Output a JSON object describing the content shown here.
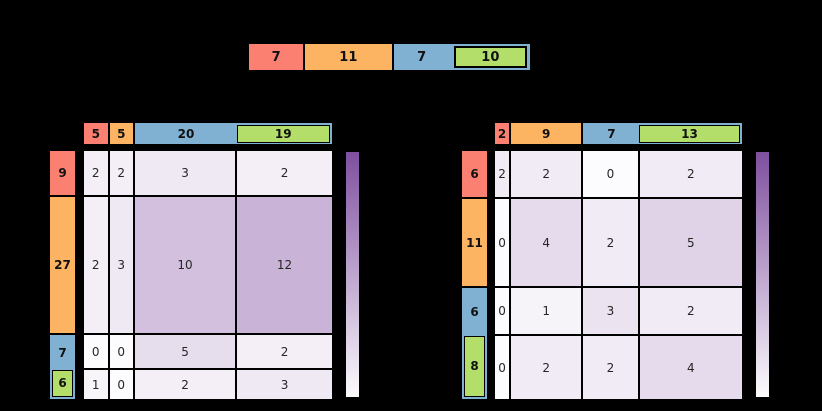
{
  "figure": {
    "background": "#000000"
  },
  "palette": {
    "red": "#FB8072",
    "orange": "#FDB462",
    "blue": "#80B1D3",
    "green": "#B3DE69",
    "cell_scale_min": "#FCFBFD",
    "cell_scale_max": "#8A5CA8",
    "colorbar_top": "#7E4F9E",
    "colorbar_bottom": "#FCFBFD",
    "line": "#000000",
    "header_text": "#111111",
    "cell_text": "#262626"
  },
  "top_bar": {
    "segments": [
      {
        "color": "red",
        "value": 7
      },
      {
        "color": "orange",
        "value": 11
      },
      {
        "color": "blue",
        "value": 7
      }
    ],
    "nested": {
      "color": "green",
      "value": 10,
      "nested_in": "blue"
    }
  },
  "matrices": [
    {
      "side": "left",
      "vmax": 27,
      "col_headers": [
        {
          "color": "red",
          "value": 5
        },
        {
          "color": "orange",
          "value": 5
        },
        {
          "color": "blue",
          "value": 20
        },
        {
          "color": "green",
          "value": 19,
          "nested_in": "blue"
        }
      ],
      "row_headers": [
        {
          "color": "red",
          "value": 9
        },
        {
          "color": "orange",
          "value": 27
        },
        {
          "color": "blue",
          "value": 7
        },
        {
          "color": "green",
          "value": 6,
          "nested_in": "blue"
        }
      ],
      "cells": [
        [
          2,
          2,
          3,
          2
        ],
        [
          2,
          3,
          10,
          12
        ],
        [
          0,
          0,
          5,
          2
        ],
        [
          1,
          0,
          2,
          3
        ]
      ]
    },
    {
      "side": "right",
      "vmax": 20,
      "col_headers": [
        {
          "color": "red",
          "value": 2
        },
        {
          "color": "orange",
          "value": 9
        },
        {
          "color": "blue",
          "value": 7
        },
        {
          "color": "green",
          "value": 13,
          "nested_in": "blue"
        }
      ],
      "row_headers": [
        {
          "color": "red",
          "value": 6
        },
        {
          "color": "orange",
          "value": 11
        },
        {
          "color": "blue",
          "value": 6
        },
        {
          "color": "green",
          "value": 8,
          "nested_in": "blue"
        }
      ],
      "cells": [
        [
          2,
          2,
          0,
          2
        ],
        [
          0,
          4,
          2,
          5
        ],
        [
          0,
          1,
          3,
          2
        ],
        [
          0,
          2,
          2,
          4
        ]
      ]
    }
  ],
  "chart_data": [
    {
      "type": "bar",
      "subtype": "horizontal_stacked",
      "labels": [
        "7",
        "11",
        "7",
        "10"
      ],
      "values": [
        7,
        11,
        7,
        10
      ],
      "colors": [
        "#FB8072",
        "#FDB462",
        "#80B1D3",
        "#B3DE69"
      ],
      "note": "green segment (10) is drawn nested inside the blue segment's outline"
    },
    {
      "type": "heatmap",
      "position": "left",
      "col_marginals": [
        5,
        5,
        20,
        19
      ],
      "row_marginals": [
        9,
        27,
        7,
        6
      ],
      "marginal_colors": [
        "red",
        "orange",
        "blue",
        "green"
      ],
      "values": [
        [
          2,
          2,
          3,
          2
        ],
        [
          2,
          3,
          10,
          12
        ],
        [
          0,
          0,
          5,
          2
        ],
        [
          1,
          0,
          2,
          3
        ]
      ],
      "colormap": "purples",
      "cell_size": "proportional_to_marginals",
      "colorbar": "right",
      "green_header_nested_in_blue": true
    },
    {
      "type": "heatmap",
      "position": "right",
      "col_marginals": [
        2,
        9,
        7,
        13
      ],
      "row_marginals": [
        6,
        11,
        6,
        8
      ],
      "marginal_colors": [
        "red",
        "orange",
        "blue",
        "green"
      ],
      "values": [
        [
          2,
          2,
          0,
          2
        ],
        [
          0,
          4,
          2,
          5
        ],
        [
          0,
          1,
          3,
          2
        ],
        [
          0,
          2,
          2,
          4
        ]
      ],
      "colormap": "purples",
      "cell_size": "proportional_to_marginals",
      "colorbar": "right",
      "green_header_nested_in_blue": true
    }
  ]
}
